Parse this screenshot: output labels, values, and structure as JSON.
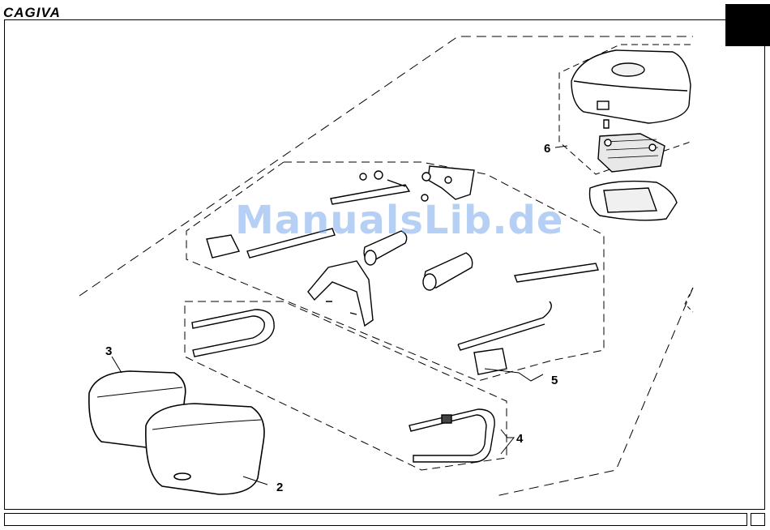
{
  "header": {
    "brand": "CAGIVA"
  },
  "watermark": {
    "text": "ManualsLib.de"
  },
  "callouts": {
    "c2": "2",
    "c3": "3",
    "c4": "4",
    "c5": "5",
    "c6": "6"
  },
  "colors": {
    "line": "#000000",
    "watermark": "#78aaeb"
  }
}
